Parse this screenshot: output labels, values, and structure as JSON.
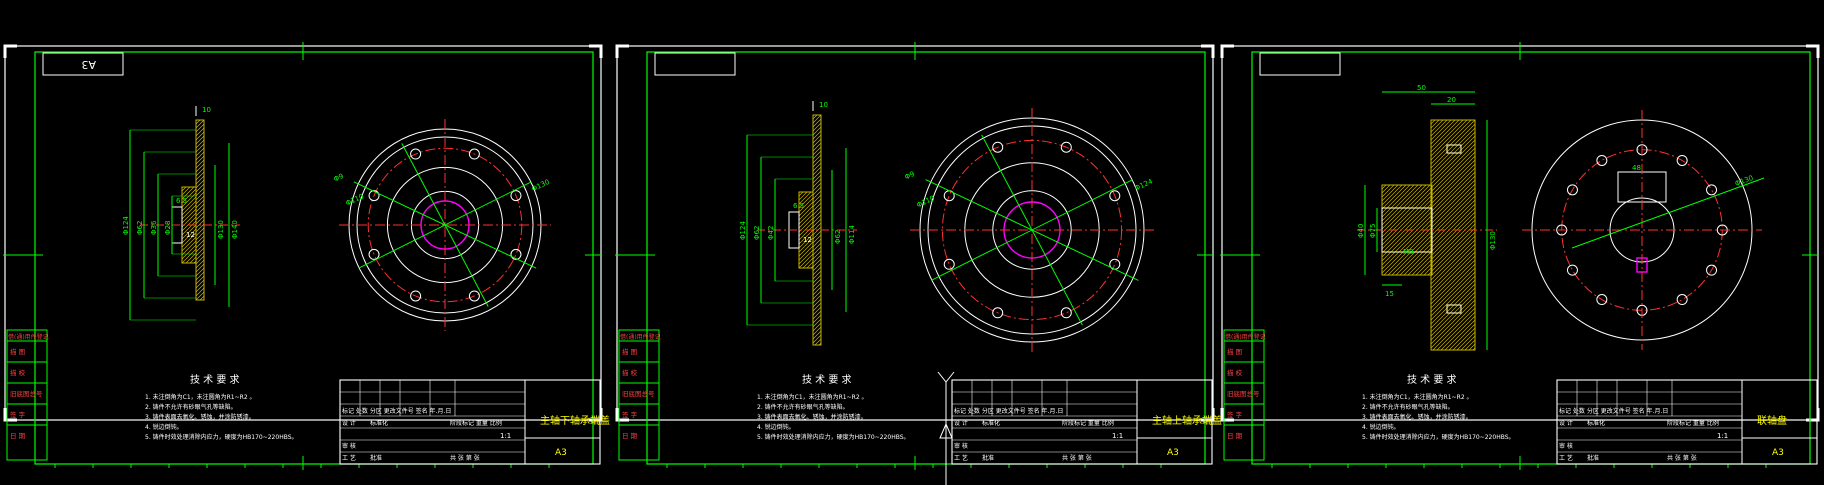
{
  "colors": {
    "background": "#000000",
    "frame": "#ffffff",
    "border": "#00ff00",
    "dimension": "#00ff00",
    "center_line": "#ff3030",
    "hatch": "#c8b400",
    "title_text": "#ffff00",
    "label_text": "#ff4040",
    "key": "#ff00ff"
  },
  "sheets": [
    {
      "id": "sheet-1",
      "corner_mark": "A3",
      "drawing_title": "主轴下轴承端盖",
      "scale": "1:1",
      "paper_size": "A3",
      "tech_heading": "技 术 要 求",
      "tech_notes": [
        "1. 未注倒角为C1，未注圆角为R1~R2 。",
        "2. 铸件不允许有砂眼气孔等缺陷。",
        "3. 铸件表面去氧化、锈蚀，并涂防锈漆。",
        "4. 锐边倒钝。",
        "5. 铸件时效处理消除内应力，硬度为HB170~220HBS。"
      ],
      "dims": {
        "side_left": [
          "Φ124",
          "Φ62",
          "Φ36",
          "Φ28"
        ],
        "side_right": [
          "Φ130",
          "Φ140"
        ],
        "side_top": "10",
        "side_mid": "6.5",
        "side_bottom": "12",
        "front_left": [
          "Φ9",
          "Φ110"
        ],
        "front_right": "Φ130"
      }
    },
    {
      "id": "sheet-2",
      "corner_mark": "",
      "drawing_title": "主轴上轴承端盖",
      "scale": "1:1",
      "paper_size": "A3",
      "tech_heading": "技 术 要 求",
      "tech_notes": [
        "1. 未注倒角为C1，未注圆角为R1~R2 。",
        "2. 铸件不允许有砂眼气孔等缺陷。",
        "3. 铸件表面去氧化、锈蚀，并涂防锈漆。",
        "4. 锐边倒钝。",
        "5. 铸件时效处理消除内应力，硬度为HB170~220HBS。"
      ],
      "dims": {
        "side_left": [
          "Φ124",
          "Φ62",
          "Φ42"
        ],
        "side_right": [
          "Φ62",
          "Φ114"
        ],
        "side_top": "10",
        "side_mid": "6.5",
        "side_bottom": "12",
        "front_left": [
          "Φ9",
          "Φ110"
        ],
        "front_right": "Φ124"
      }
    },
    {
      "id": "sheet-3",
      "corner_mark": "",
      "drawing_title": "联轴盘",
      "scale": "1:1",
      "paper_size": "A3",
      "tech_heading": "技 术 要 求",
      "tech_notes": [
        "1. 未注倒角为C1，未注圆角为R1~R2 。",
        "2. 铸件不允许有砂眼气孔等缺陷。",
        "3. 铸件表面去氧化、锈蚀，并涂防锈漆。",
        "4. 锐边倒钝。",
        "5. 铸件时效处理消除内应力，硬度为HB170~220HBS。"
      ],
      "dims": {
        "side_top": [
          "50",
          "20"
        ],
        "side_left": [
          "Φ40",
          "Φ75"
        ],
        "side_right": "Φ130",
        "side_bottom": "15",
        "side_inner": "M8",
        "front_top": "48",
        "front_right": "Φ130"
      }
    }
  ],
  "title_block": {
    "row_labels": [
      "标记",
      "处数",
      "分区",
      "更改文件号",
      "签名",
      "年.月.日"
    ],
    "design_label": "设 计",
    "std_label": "标准化",
    "stage_label": "阶段标记",
    "weight_label": "重量",
    "scale_label": "比例",
    "review_label": "审 核",
    "process_label": "工 艺",
    "approve_label": "批准",
    "sheet_count": "共    张   第    张"
  },
  "side_strip": {
    "header": "借(通)用件登记",
    "items": [
      "描 图",
      "描 校",
      "旧底图总号",
      "签 字",
      "日 期"
    ]
  }
}
